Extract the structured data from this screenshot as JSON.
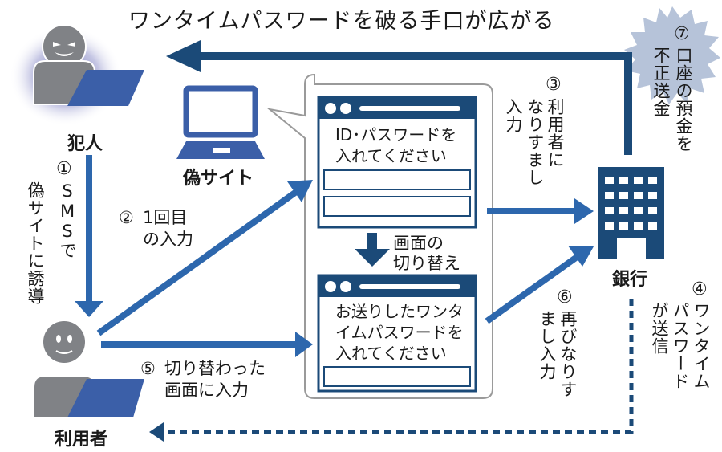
{
  "title": "ワンタイムパスワードを破る手口が広がる",
  "colors": {
    "navy": "#1b4a78",
    "blue_arrow": "#2d67ad",
    "laptop_blue": "#3b5fa8",
    "person_gray": "#808286",
    "starburst": "#b6c3d9",
    "callout_border": "#9a9a9a",
    "text": "#1a1a1a"
  },
  "actors": {
    "criminal": {
      "label": "犯人",
      "icon": "hacker-icon"
    },
    "fake_site": {
      "label": "偽サイト",
      "icon": "laptop-icon"
    },
    "user": {
      "label": "利用者",
      "icon": "user-icon"
    },
    "bank": {
      "label": "銀行",
      "icon": "bank-building-icon"
    }
  },
  "screens": {
    "first": {
      "line1": "ID･パスワードを",
      "line2": "入れてください",
      "fields": 2
    },
    "switch_label": {
      "line1": "画面の",
      "line2": "切り替え"
    },
    "second": {
      "line1": "お送りしたワンタ",
      "line2": "イムパスワードを",
      "line3": "入れてください",
      "fields": 1
    }
  },
  "steps": {
    "s1": {
      "num": "①",
      "col1": "SMSで",
      "col2": "偽サイトに誘導"
    },
    "s2": {
      "num": "②",
      "line1": "1回目",
      "line2": "の入力"
    },
    "s3": {
      "num": "③",
      "col1": "利用者に",
      "col2": "なりすまし",
      "col3": "入力"
    },
    "s4": {
      "num": "④",
      "col1": "ワンタイム",
      "col2": "パスワード",
      "col3": "が送信"
    },
    "s5": {
      "num": "⑤",
      "line1": "切り替わった",
      "line2": "画面に入力"
    },
    "s6": {
      "num": "⑥",
      "col1": "再びなりす",
      "col2": "まし入力"
    },
    "s7": {
      "num": "⑦",
      "col1": "口座の預金を",
      "col2": "不正送金"
    }
  }
}
